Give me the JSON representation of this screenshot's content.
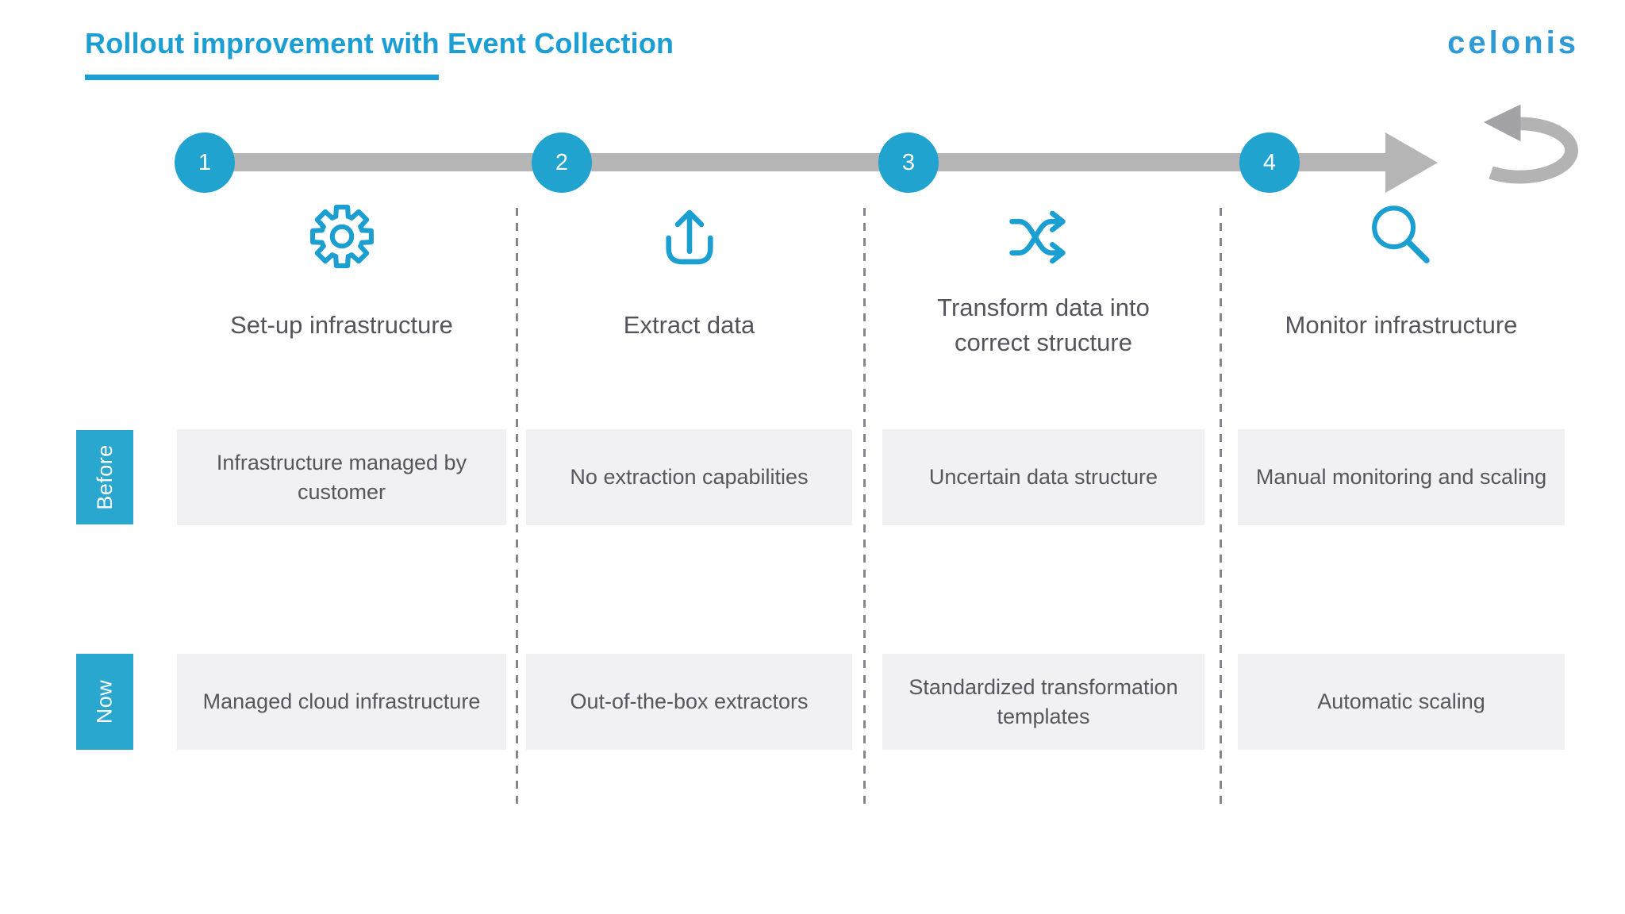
{
  "header": {
    "title": "Rollout improvement with Event Collection",
    "logo_text": "celonis"
  },
  "timeline": {
    "step_numbers": [
      "1",
      "2",
      "3",
      "4"
    ],
    "loop_icon": "loop-arrow-icon"
  },
  "row_labels": {
    "before": "Before",
    "now": "Now"
  },
  "columns": [
    {
      "icon": "gear-icon",
      "title": "Set-up infrastructure",
      "before": "Infrastructure managed by customer",
      "now": "Managed cloud infrastructure"
    },
    {
      "icon": "upload-icon",
      "title": "Extract data",
      "before": "No extraction capabilities",
      "now": "Out-of-the-box extractors"
    },
    {
      "icon": "shuffle-icon",
      "title": "Transform data into correct structure",
      "before": "Uncertain data structure",
      "now": "Standardized transformation templates"
    },
    {
      "icon": "search-icon",
      "title": "Monitor infrastructure",
      "before": "Manual monitoring and scaling",
      "now": "Automatic scaling"
    }
  ],
  "colors": {
    "accent_blue": "#1B9ED3",
    "circle_blue": "#21A3CF",
    "label_blue": "#29A7CF",
    "logo_blue": "#2E9BD6",
    "timeline_gray": "#B5B5B5",
    "box_gray": "#F1F0F2",
    "text_gray": "#57565E",
    "dash_gray": "#85858D"
  }
}
